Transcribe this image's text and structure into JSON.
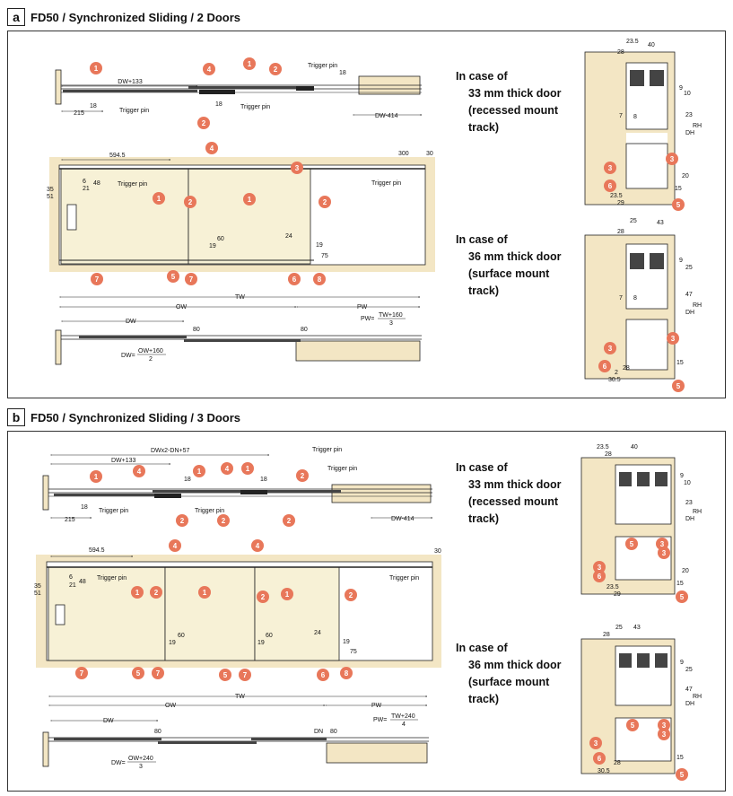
{
  "section_a": {
    "letter": "a",
    "title": "FD50 / Synchronized Sliding / 2 Doors",
    "case1": {
      "line1": "In case of",
      "line2": "33 mm thick door",
      "line3": "(recessed mount",
      "line4": "track)"
    },
    "case2": {
      "line1": "In case of",
      "line2": "36 mm thick door",
      "line3": "(surface mount",
      "line4": "track)"
    },
    "dims_top": {
      "dw133": "DW+133",
      "d215": "215",
      "d18a": "18",
      "trig1": "Trigger pin",
      "trig2": "Trigger pin",
      "trig3": "Trigger pin",
      "d18b": "18",
      "d18c": "18",
      "dw414": "DW-414"
    },
    "dims_mid": {
      "d5945": "594.5",
      "d300": "300",
      "d30": "30",
      "d35": "35",
      "d51": "51",
      "d21": "21",
      "d6": "6",
      "d48": "48",
      "trig1": "Trigger pin",
      "trig2": "Trigger pin",
      "d19a": "19",
      "d60": "60",
      "d24": "24",
      "d19b": "19",
      "d75": "75"
    },
    "dims_bot": {
      "tw": "TW",
      "ow": "OW",
      "pw": "PW",
      "dw": "DW",
      "d80a": "80",
      "d80b": "80",
      "pw_lbl": "PW=",
      "pw_num": "TW+160",
      "pw_den": "3",
      "dw_lbl": "DW=",
      "dw_num": "OW+160",
      "dw_den": "2"
    },
    "side1": {
      "d235": "23.5",
      "d40": "40",
      "d28": "28",
      "d9": "9",
      "d10": "10",
      "d23": "23",
      "dh": "DH",
      "rh": "RH",
      "d7": "7",
      "d8": "8",
      "d235b": "23.5",
      "d29": "29",
      "d15": "15",
      "d20": "20"
    },
    "side2": {
      "d25": "25",
      "d43": "43",
      "d28": "28",
      "d9": "9",
      "d25b": "25",
      "d47": "47",
      "dh": "DH",
      "rh": "RH",
      "d7": "7",
      "d8": "8",
      "d2": "2",
      "d305": "30.5",
      "d28b": "28",
      "d15": "15"
    }
  },
  "section_b": {
    "letter": "b",
    "title": "FD50 / Synchronized Sliding / 3 Doors",
    "case1": {
      "line1": "In case of",
      "line2": "33 mm thick door",
      "line3": "(recessed mount",
      "line4": "track)"
    },
    "case2": {
      "line1": "In case of",
      "line2": "36 mm thick door",
      "line3": "(surface mount",
      "line4": "track)"
    },
    "dims_top": {
      "dwx2": "DWx2-DN+57",
      "dw133": "DW+133",
      "d215": "215",
      "d18a": "18",
      "d18b": "18",
      "d18c": "18",
      "trig1": "Trigger pin",
      "trig2": "Trigger pin",
      "trig3": "Trigger pin",
      "trig4": "Trigger pin",
      "dw414": "DW-414"
    },
    "dims_mid": {
      "d5945": "594.5",
      "d30": "30",
      "d35": "35",
      "d51": "51",
      "d21": "21",
      "d6": "6",
      "d48": "48",
      "trig1": "Trigger pin",
      "trig2": "Trigger pin",
      "d19a": "19",
      "d60a": "60",
      "d19b": "19",
      "d60b": "60",
      "d24": "24",
      "d19c": "19",
      "d75": "75"
    },
    "dims_bot": {
      "tw": "TW",
      "ow": "OW",
      "pw": "PW",
      "dw": "DW",
      "d80a": "80",
      "d80b": "80",
      "dn": "DN",
      "pw_lbl": "PW=",
      "pw_num": "TW+240",
      "pw_den": "4",
      "dw_lbl": "DW=",
      "dw_num": "OW+240",
      "dw_den": "3"
    },
    "side1": {
      "d235": "23.5",
      "d40": "40",
      "d28": "28",
      "d9": "9",
      "d10": "10",
      "d23": "23",
      "dh": "DH",
      "rh": "RH",
      "d235b": "23.5",
      "d29": "29",
      "d15": "15",
      "d20": "20"
    },
    "side2": {
      "d25": "25",
      "d43": "43",
      "d28": "28",
      "d9": "9",
      "d25b": "25",
      "d47": "47",
      "dh": "DH",
      "rh": "RH",
      "d305": "30.5",
      "d28b": "28",
      "d15": "15"
    }
  },
  "colors": {
    "callout": "#e8775a",
    "wood": "#f3e6c4",
    "panel_fill": "#f7f1d6",
    "line": "#222222"
  }
}
